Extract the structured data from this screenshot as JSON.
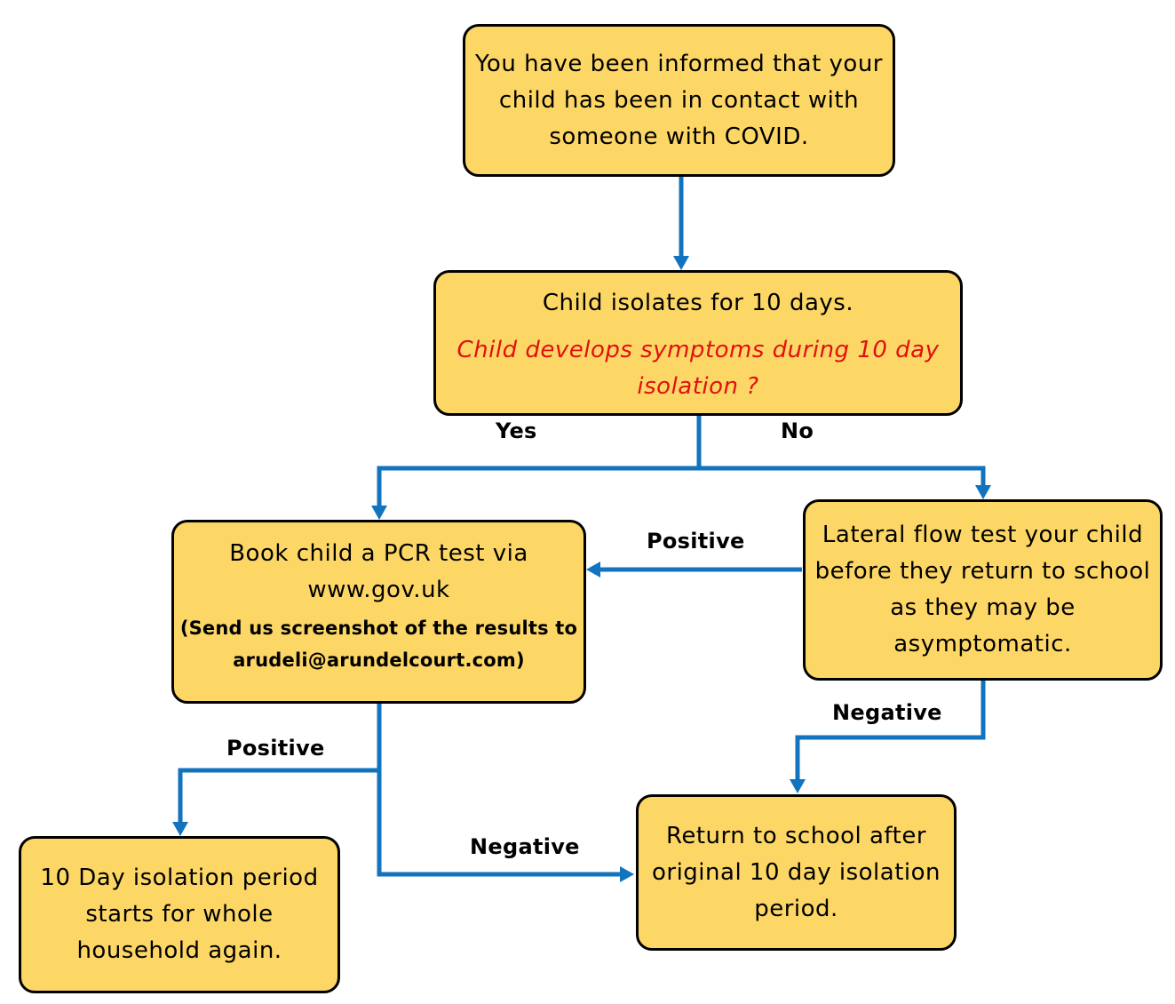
{
  "boxes": {
    "start": {
      "lines": [
        "You have been informed that your",
        "child has been in contact with",
        "someone with COVID."
      ]
    },
    "isolate": {
      "lines": [
        "Child isolates for 10 days."
      ],
      "question_lines": [
        "Child develops symptoms during 10 day",
        "isolation ?"
      ]
    },
    "pcr": {
      "lines": [
        "Book child a PCR test via",
        "www.gov.uk"
      ],
      "note_lines": [
        "(Send us screenshot of the results to",
        "arudeli@arundelcourt.com)"
      ]
    },
    "lateral": {
      "lines": [
        "Lateral flow test your child",
        "before they return to school",
        "as they may be",
        "asymptomatic."
      ]
    },
    "household": {
      "lines": [
        "10 Day isolation period",
        "starts for whole",
        "household again."
      ]
    },
    "return": {
      "lines": [
        "Return to school after",
        "original 10 day isolation",
        "period."
      ]
    }
  },
  "labels": {
    "yes": "Yes",
    "no": "No",
    "positive_lateral": "Positive",
    "negative_lateral": "Negative",
    "positive_pcr": "Positive",
    "negative_pcr": "Negative"
  },
  "colors": {
    "box_fill": "#fdd766",
    "box_border": "#000000",
    "arrow": "#1273be",
    "question_text": "#e01010"
  }
}
